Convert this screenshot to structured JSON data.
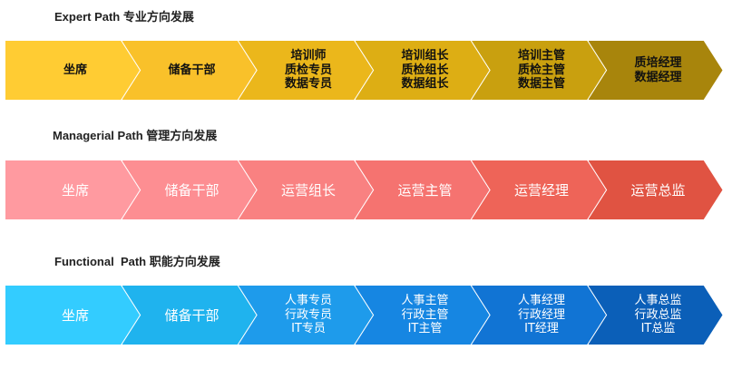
{
  "paths": [
    {
      "id": "expert",
      "title": "Expert Path 专业方向发展",
      "steps": [
        {
          "label": "坐席",
          "color": "#FFCC33"
        },
        {
          "label": "储备干部",
          "color": "#F9C12A"
        },
        {
          "label": "培训师\n质检专员\n数据专员",
          "color": "#EBB71B"
        },
        {
          "label": "培训组长\n质检组长\n数据组长",
          "color": "#DDAE14"
        },
        {
          "label": "培训主管\n质检主管\n数据主管",
          "color": "#C9A00F"
        },
        {
          "label": "质培经理\n数据经理",
          "color": "#A8850C"
        }
      ]
    },
    {
      "id": "managerial",
      "title": "Managerial Path 管理方向发展",
      "steps": [
        {
          "label": "坐席",
          "color": "#FF9AA0"
        },
        {
          "label": "储备干部",
          "color": "#FD8E92"
        },
        {
          "label": "运营组长",
          "color": "#F98181"
        },
        {
          "label": "运营主管",
          "color": "#F57370"
        },
        {
          "label": "运营经理",
          "color": "#EE6458"
        },
        {
          "label": "运营总监",
          "color": "#E05342"
        }
      ]
    },
    {
      "id": "functional",
      "title": "Functional  Path 职能方向发展",
      "steps": [
        {
          "label": "坐席",
          "color": "#33CCFF"
        },
        {
          "label": "储备干部",
          "color": "#1FB3EE"
        },
        {
          "label": "人事专员\n行政专员\nIT专员",
          "color": "#1E9BEB"
        },
        {
          "label": "人事主管\n行政主管\nIT主管",
          "color": "#1686E2"
        },
        {
          "label": "人事经理\n行政经理\nIT经理",
          "color": "#1174D4"
        },
        {
          "label": "人事总监\n行政总监\nIT总监",
          "color": "#0B5FB8"
        }
      ]
    }
  ]
}
